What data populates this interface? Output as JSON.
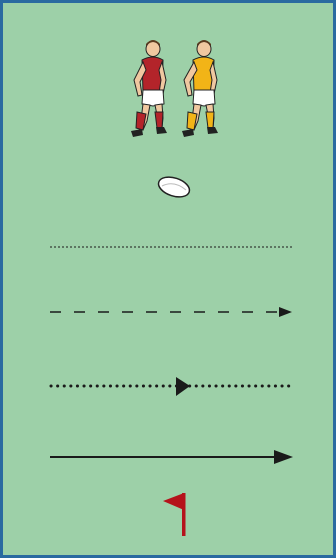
{
  "colors": {
    "field": "#9dd0a8",
    "border": "#2a6aa0",
    "line": "#1a1a1a",
    "flag": "#b5121b",
    "red_jersey": "#b3242a",
    "yellow_jersey": "#f2b417",
    "skin": "#f0c8a0",
    "shorts": "#ffffff",
    "ball": "#ffffff"
  },
  "legend_items": [
    {
      "icon": "players-icon",
      "kind": "players"
    },
    {
      "icon": "ball-icon",
      "kind": "ball"
    },
    {
      "icon": "fine-dotted-line-icon",
      "kind": "fine-dotted-line"
    },
    {
      "icon": "dashed-arrow-icon",
      "kind": "dashed-arrow"
    },
    {
      "icon": "dotted-arrow-icon",
      "kind": "dotted-arrow"
    },
    {
      "icon": "solid-arrow-icon",
      "kind": "solid-arrow"
    },
    {
      "icon": "flag-icon",
      "kind": "flag"
    }
  ]
}
